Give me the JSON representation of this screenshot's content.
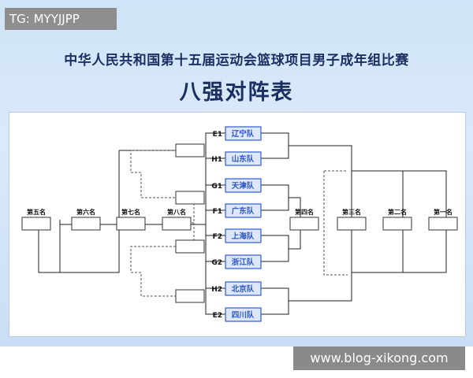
{
  "tag": "TG: MYYJJPP",
  "title": "中华人民共和国第十五届运动会篮球项目男子成年组比赛",
  "subtitle": "八强对阵表",
  "watermark": "www.blog-xikong.com",
  "colors": {
    "background": "#cfe3f8",
    "title": "#1c2f62",
    "team_box_fill": "#dce7fb",
    "team_box_border": "#2f5bd6",
    "team_text": "#2b55c0"
  },
  "teams": [
    {
      "seed": "E1",
      "name": "辽宁队"
    },
    {
      "seed": "H1",
      "name": "山东队"
    },
    {
      "seed": "G1",
      "name": "天津队"
    },
    {
      "seed": "F1",
      "name": "广东队"
    },
    {
      "seed": "F2",
      "name": "上海队"
    },
    {
      "seed": "G2",
      "name": "浙江队"
    },
    {
      "seed": "H2",
      "name": "北京队"
    },
    {
      "seed": "E2",
      "name": "四川队"
    }
  ],
  "places": {
    "fifth": "第五名",
    "sixth": "第六名",
    "seventh": "第七名",
    "eighth": "第八名",
    "fourth": "第四名",
    "third": "第三名",
    "second": "第二名",
    "first": "第一名"
  }
}
